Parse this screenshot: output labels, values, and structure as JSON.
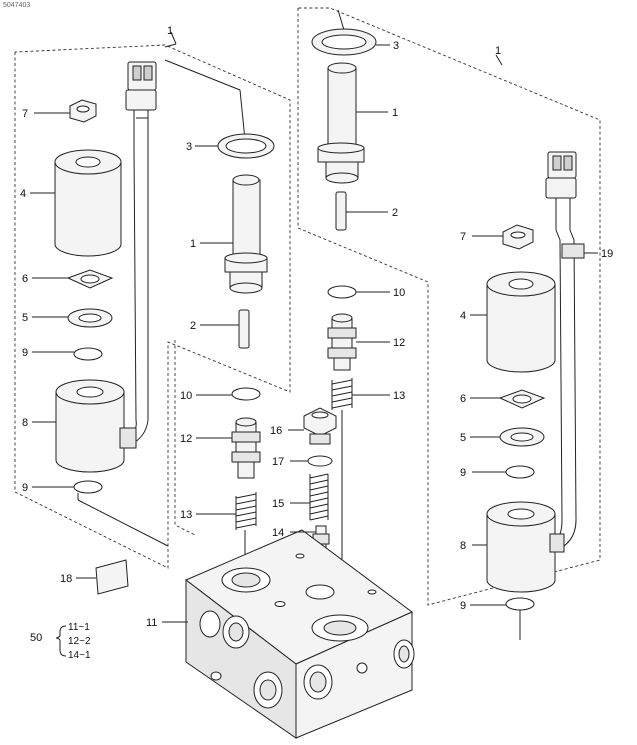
{
  "header": {
    "corner_text": "5047403"
  },
  "callouts": [
    {
      "id": "left-group",
      "label": "1"
    },
    {
      "id": "right-group",
      "label": "1"
    },
    {
      "id": "l-nut",
      "label": "7"
    },
    {
      "id": "l-coil",
      "label": "4"
    },
    {
      "id": "l-plate",
      "label": "6"
    },
    {
      "id": "l-washer",
      "label": "5"
    },
    {
      "id": "l-oring-upper",
      "label": "9"
    },
    {
      "id": "l-solenoid",
      "label": "8"
    },
    {
      "id": "l-oring-lower",
      "label": "9"
    },
    {
      "id": "c-seal",
      "label": "3"
    },
    {
      "id": "c-tube",
      "label": "1"
    },
    {
      "id": "c-pin",
      "label": "2"
    },
    {
      "id": "c-oring",
      "label": "10"
    },
    {
      "id": "c-valve",
      "label": "12"
    },
    {
      "id": "c-spring",
      "label": "13"
    },
    {
      "id": "plug",
      "label": "16"
    },
    {
      "id": "plug-oring",
      "label": "17"
    },
    {
      "id": "long-spring",
      "label": "15"
    },
    {
      "id": "small-valve",
      "label": "14"
    },
    {
      "id": "block",
      "label": "11"
    },
    {
      "id": "label-plate",
      "label": "18"
    },
    {
      "id": "r-seal",
      "label": "3"
    },
    {
      "id": "r-tube",
      "label": "1"
    },
    {
      "id": "r-pin",
      "label": "2"
    },
    {
      "id": "r-oring",
      "label": "10"
    },
    {
      "id": "r-valve",
      "label": "12"
    },
    {
      "id": "r-spring",
      "label": "13"
    },
    {
      "id": "r-nut",
      "label": "7"
    },
    {
      "id": "r-clip",
      "label": "19"
    },
    {
      "id": "r-coil",
      "label": "4"
    },
    {
      "id": "r-plate",
      "label": "6"
    },
    {
      "id": "r-washer",
      "label": "5"
    },
    {
      "id": "r-oring-upper",
      "label": "9"
    },
    {
      "id": "r-solenoid",
      "label": "8"
    },
    {
      "id": "r-oring-lower",
      "label": "9"
    }
  ],
  "kit": {
    "label": "50",
    "items": [
      "11~1",
      "12~2",
      "14~1"
    ]
  }
}
